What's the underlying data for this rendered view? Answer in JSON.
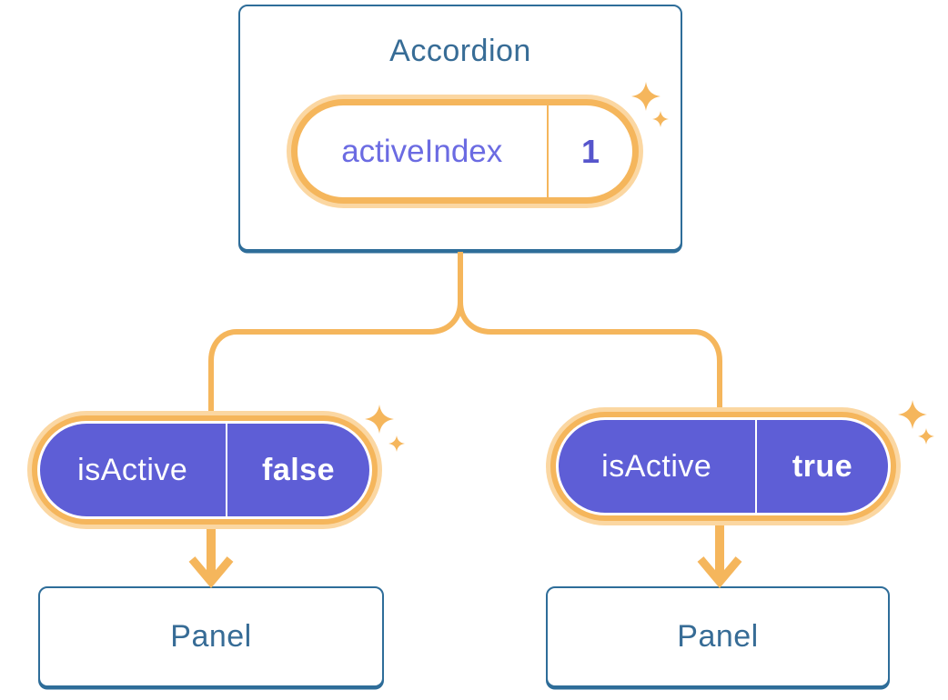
{
  "diagram": {
    "accordion": {
      "title": "Accordion",
      "state": {
        "label": "activeIndex",
        "value": "1"
      }
    },
    "branches": [
      {
        "prop": {
          "label": "isActive",
          "value": "false"
        },
        "child": {
          "title": "Panel"
        }
      },
      {
        "prop": {
          "label": "isActive",
          "value": "true"
        },
        "child": {
          "title": "Panel"
        }
      }
    ]
  },
  "icons": {
    "sparkle": "four-point-star"
  },
  "colors": {
    "accent-orange": "#F5B65C",
    "orange-glow": "#FBD7A2",
    "purple-fill": "#5E5ED6",
    "blue-border": "#2E6D99",
    "blue-text": "#376C96",
    "purple-label": "#6B6BE2",
    "purple-value": "#5655CC",
    "bg": "#FFFFFF"
  }
}
